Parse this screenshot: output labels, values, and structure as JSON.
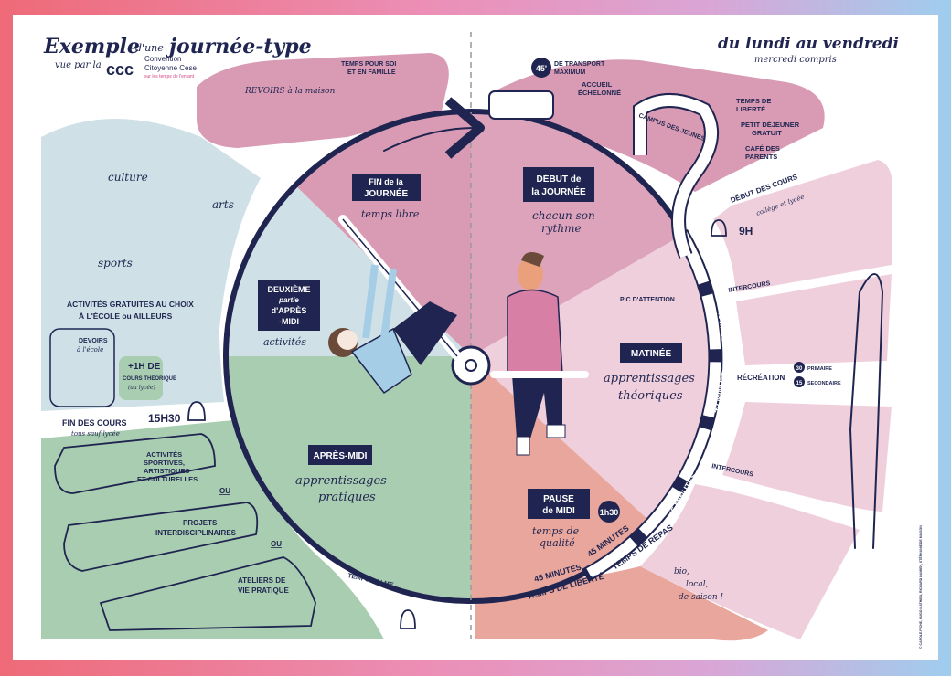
{
  "colors": {
    "navy": "#1f2550",
    "blue": "#cfe0e6",
    "green": "#a9cdb0",
    "pink": "#d99bb4",
    "light_pink": "#efcfdc",
    "salmon": "#e9a69c"
  },
  "header": {
    "title_1": "Exemple",
    "title_2": "d'une",
    "title_3": "journée-type",
    "subtitle": "vue par la",
    "logo_line1": "Convention",
    "logo_line2": "Citoyenne Cese",
    "logo_line3": "sur les temps de l'enfant",
    "days": "du lundi au vendredi",
    "days_sub": "mercredi compris"
  },
  "sectors": {
    "fin_journee": {
      "title_1": "FIN de la",
      "title_2": "JOURNÉE",
      "caption": "temps libre"
    },
    "deuxieme": {
      "title_1": "DEUXIÈME",
      "title_2": "partie",
      "title_3": "d'APRÈS",
      "title_4": "-MIDI",
      "caption": "activités"
    },
    "apres_midi": {
      "title": "APRÈS-MIDI",
      "caption_1": "apprentissages",
      "caption_2": "pratiques"
    },
    "debut": {
      "title_1": "DÉBUT de",
      "title_2": "la JOURNÉE",
      "caption_1": "chacun son",
      "caption_2": "rythme"
    },
    "matinee": {
      "title": "MATINÉE",
      "caption_1": "apprentissages",
      "caption_2": "théoriques",
      "pic": "PIC D'ATTENTION"
    },
    "pause": {
      "title_1": "PAUSE",
      "title_2": "de MIDI",
      "duration": "1h30",
      "caption_1": "temps de",
      "caption_2": "qualité"
    }
  },
  "left": {
    "home": "REVOIRS à la maison",
    "family_1": "TEMPS POUR SOI",
    "family_2": "ET EN FAMILLE",
    "culture": "culture",
    "arts": "arts",
    "sports": "sports",
    "activities_1": "ACTIVITÉS GRATUITES AU CHOIX",
    "activities_2": "À L'ÉCOLE ou AILLEURS",
    "homework_1": "DEVOIRS",
    "homework_2": "à l'école",
    "extra_1": "+1H DE",
    "extra_2": "COURS THÉORIQUE",
    "extra_3": "(au lycée)",
    "end_classes": "FIN DES COURS",
    "end_classes_sub": "tous sauf lycée",
    "end_time": "15H30",
    "opt1_1": "ACTIVITÉS",
    "opt1_2": "SPORTIVES,",
    "opt1_3": "ARTISTIQUES",
    "opt1_4": "ET CULTURELLES",
    "or": "OU",
    "opt2_1": "PROJETS",
    "opt2_2": "INTERDISCIPLINAIRES",
    "opt3_1": "ATELIERS DE",
    "opt3_2": "VIE PRATIQUE",
    "calm": "TEMPS CALME"
  },
  "right": {
    "transport_badge": "45'",
    "transport_1": "DE TRANSPORT",
    "transport_2": "MAXIMUM",
    "welcome_1": "ACCUEIL",
    "welcome_2": "ÉCHELONNÉ",
    "campus": "CAMPUS DES JEUNES",
    "freedom_1": "TEMPS DE",
    "freedom_2": "LIBERTÉ",
    "breakfast_1": "PETIT DÉJEUNER",
    "breakfast_2": "GRATUIT",
    "cafe_1": "CAFÉ DES",
    "cafe_2": "PARENTS",
    "start_classes": "DÉBUT DES COURS",
    "start_classes_sub": "collège et lycée",
    "start_time": "9H",
    "intercours": "INTERCOURS",
    "recreation": "RÉCRÉATION",
    "primary_badge": "30",
    "primary": "PRIMAIRE",
    "secondary_badge": "15",
    "secondary": "SECONDAIRE",
    "food_1": "bio,",
    "food_2": "local,",
    "food_3": "de saison !",
    "credit": "© CAROLE PICHE, HUGO MATHIEU, RICHARD DAMIEN, STÉPHANIE DE MAISON"
  },
  "ring": {
    "minutes": "45 MINUTES",
    "five": "5'",
    "meal": "TEMPS DE REPAS",
    "liberty": "TEMPS DE LIBERTÉ"
  }
}
